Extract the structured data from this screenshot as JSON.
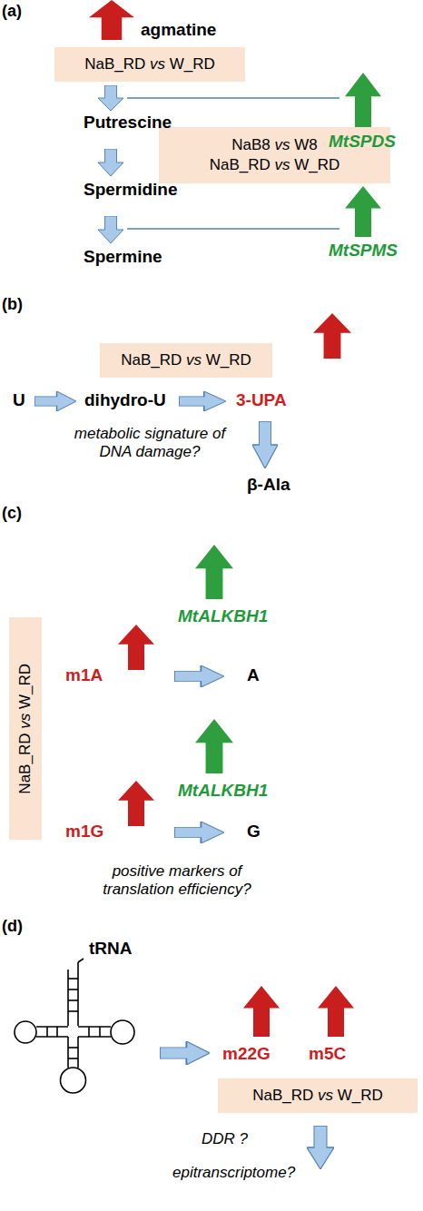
{
  "diagram": {
    "nodes": [
      {
        "text": [
          "NaB_RD vs W_RD"
        ]
      },
      {
        "text": [
          "NaB8 vs W8",
          "NaB_RD vs W_RD"
        ]
      },
      {
        "text": [
          "NaB_RD vs W_RD"
        ]
      },
      {
        "text": [
          "NaB_RD vs W_RD"
        ]
      },
      {
        "text": [
          "NaB_RD vs W_RD"
        ]
      }
    ],
    "labels": [
      "(a)",
      "agmatine",
      "MtSPDS",
      "Putrescine",
      "Spermidine",
      "Spermine",
      "MtSPMS",
      "(b)",
      "U",
      "dihydro-U",
      "3-UPA",
      "metabolic signature of DNA damage?",
      "β-Ala",
      "(c)",
      "MtALKBH1",
      "m1A",
      "A",
      "MtALKBH1",
      "m1G",
      "G",
      "positive markers of translation efficiency?",
      "(d)",
      "tRNA",
      "m22G",
      "m5C",
      "DDR ?",
      "epitranscriptome?"
    ]
  }
}
